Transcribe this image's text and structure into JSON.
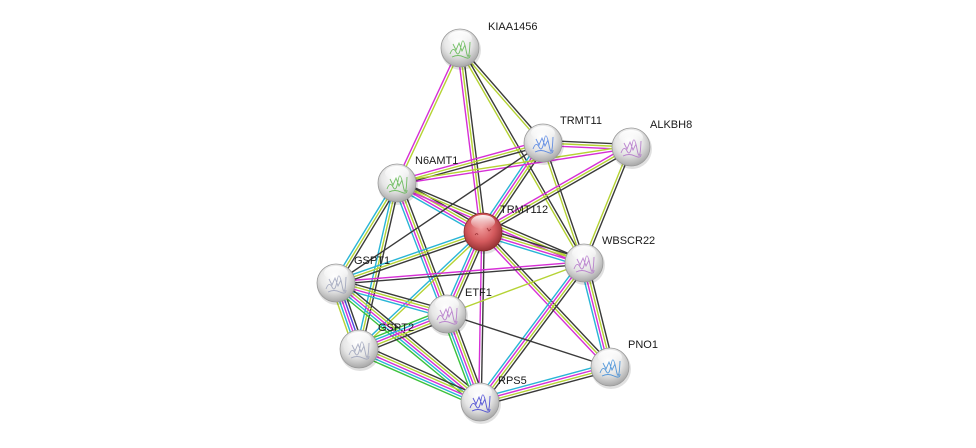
{
  "diagram": {
    "type": "protein-interaction-network",
    "edge_colors": {
      "black": "#3a3a3a",
      "yellow": "#b5d334",
      "magenta": "#d62fd6",
      "cyan": "#29b5d6",
      "green": "#3cc23c",
      "blue": "#4a4ae0"
    },
    "node_fill": "#e8e8e8",
    "highlight_fill": "#d9575a",
    "nodes": [
      {
        "id": "KIAA1456",
        "label": "KIAA1456",
        "highlight": false,
        "structure": true,
        "struct_color": "#5ab54a"
      },
      {
        "id": "TRMT11",
        "label": "TRMT11",
        "highlight": false,
        "structure": true,
        "struct_color": "#4a7de0"
      },
      {
        "id": "ALKBH8",
        "label": "ALKBH8",
        "highlight": false,
        "structure": true,
        "struct_color": "#b070c8"
      },
      {
        "id": "N6AMT1",
        "label": "N6AMT1",
        "highlight": false,
        "structure": true,
        "struct_color": "#5ab54a"
      },
      {
        "id": "TRMT112",
        "label": "TRMT112",
        "highlight": true,
        "structure": false,
        "struct_color": ""
      },
      {
        "id": "WBSCR22",
        "label": "WBSCR22",
        "highlight": false,
        "structure": true,
        "struct_color": "#b070c8"
      },
      {
        "id": "GSPT1",
        "label": "GSPT1",
        "highlight": false,
        "structure": true,
        "struct_color": "#9aa0b8"
      },
      {
        "id": "ETF1",
        "label": "ETF1",
        "highlight": false,
        "structure": true,
        "struct_color": "#b070c8"
      },
      {
        "id": "GSPT2",
        "label": "GSPT2",
        "highlight": false,
        "structure": true,
        "struct_color": "#9aa0b8"
      },
      {
        "id": "PNO1",
        "label": "PNO1",
        "highlight": false,
        "structure": true,
        "struct_color": "#3a8ad6"
      },
      {
        "id": "RPS5",
        "label": "RPS5",
        "highlight": false,
        "structure": true,
        "struct_color": "#3a3ad0"
      }
    ],
    "edges": [
      {
        "source": "KIAA1456",
        "target": "TRMT112",
        "colors": [
          "black",
          "yellow",
          "magenta"
        ]
      },
      {
        "source": "KIAA1456",
        "target": "N6AMT1",
        "colors": [
          "yellow",
          "magenta"
        ]
      },
      {
        "source": "KIAA1456",
        "target": "TRMT11",
        "colors": [
          "black",
          "yellow"
        ]
      },
      {
        "source": "KIAA1456",
        "target": "WBSCR22",
        "colors": [
          "black",
          "yellow"
        ]
      },
      {
        "source": "TRMT11",
        "target": "ALKBH8",
        "colors": [
          "black",
          "yellow",
          "magenta"
        ]
      },
      {
        "source": "TRMT11",
        "target": "TRMT112",
        "colors": [
          "black",
          "yellow",
          "magenta",
          "cyan"
        ]
      },
      {
        "source": "TRMT11",
        "target": "N6AMT1",
        "colors": [
          "black",
          "yellow",
          "magenta"
        ]
      },
      {
        "source": "TRMT11",
        "target": "WBSCR22",
        "colors": [
          "black",
          "yellow"
        ]
      },
      {
        "source": "ALKBH8",
        "target": "TRMT112",
        "colors": [
          "black",
          "yellow",
          "magenta"
        ]
      },
      {
        "source": "ALKBH8",
        "target": "N6AMT1",
        "colors": [
          "magenta",
          "yellow"
        ]
      },
      {
        "source": "ALKBH8",
        "target": "WBSCR22",
        "colors": [
          "black",
          "yellow"
        ]
      },
      {
        "source": "N6AMT1",
        "target": "TRMT112",
        "colors": [
          "black",
          "yellow",
          "magenta",
          "cyan"
        ]
      },
      {
        "source": "N6AMT1",
        "target": "WBSCR22",
        "colors": [
          "black",
          "yellow",
          "magenta"
        ]
      },
      {
        "source": "N6AMT1",
        "target": "GSPT1",
        "colors": [
          "black",
          "yellow",
          "cyan"
        ]
      },
      {
        "source": "N6AMT1",
        "target": "ETF1",
        "colors": [
          "black",
          "yellow",
          "magenta",
          "cyan"
        ]
      },
      {
        "source": "N6AMT1",
        "target": "GSPT2",
        "colors": [
          "black",
          "yellow",
          "cyan"
        ]
      },
      {
        "source": "TRMT112",
        "target": "WBSCR22",
        "colors": [
          "black",
          "yellow",
          "magenta",
          "cyan"
        ]
      },
      {
        "source": "TRMT112",
        "target": "GSPT1",
        "colors": [
          "black",
          "yellow",
          "cyan"
        ]
      },
      {
        "source": "TRMT112",
        "target": "ETF1",
        "colors": [
          "black",
          "yellow",
          "magenta",
          "cyan"
        ]
      },
      {
        "source": "TRMT112",
        "target": "GSPT2",
        "colors": [
          "yellow",
          "cyan"
        ]
      },
      {
        "source": "TRMT112",
        "target": "PNO1",
        "colors": [
          "black",
          "yellow",
          "magenta"
        ]
      },
      {
        "source": "TRMT112",
        "target": "RPS5",
        "colors": [
          "black",
          "magenta"
        ]
      },
      {
        "source": "WBSCR22",
        "target": "PNO1",
        "colors": [
          "black",
          "yellow",
          "magenta",
          "cyan"
        ]
      },
      {
        "source": "WBSCR22",
        "target": "ETF1",
        "colors": [
          "yellow"
        ]
      },
      {
        "source": "WBSCR22",
        "target": "RPS5",
        "colors": [
          "black",
          "yellow",
          "magenta",
          "cyan"
        ]
      },
      {
        "source": "WBSCR22",
        "target": "GSPT1",
        "colors": [
          "black",
          "magenta"
        ]
      },
      {
        "source": "GSPT1",
        "target": "ETF1",
        "colors": [
          "black",
          "yellow",
          "magenta",
          "cyan"
        ]
      },
      {
        "source": "GSPT1",
        "target": "GSPT2",
        "colors": [
          "black",
          "blue",
          "magenta",
          "cyan",
          "yellow"
        ]
      },
      {
        "source": "GSPT1",
        "target": "RPS5",
        "colors": [
          "black",
          "yellow",
          "magenta",
          "cyan",
          "green"
        ]
      },
      {
        "source": "ETF1",
        "target": "GSPT2",
        "colors": [
          "black",
          "yellow",
          "magenta",
          "cyan",
          "green"
        ]
      },
      {
        "source": "ETF1",
        "target": "RPS5",
        "colors": [
          "black",
          "yellow",
          "magenta",
          "cyan",
          "green"
        ]
      },
      {
        "source": "ETF1",
        "target": "PNO1",
        "colors": [
          "black"
        ]
      },
      {
        "source": "GSPT2",
        "target": "RPS5",
        "colors": [
          "black",
          "yellow",
          "magenta",
          "cyan",
          "green"
        ]
      },
      {
        "source": "PNO1",
        "target": "RPS5",
        "colors": [
          "black",
          "yellow",
          "magenta",
          "cyan"
        ]
      },
      {
        "source": "GSPT1",
        "target": "TRMT11",
        "colors": [
          "black"
        ]
      }
    ]
  }
}
